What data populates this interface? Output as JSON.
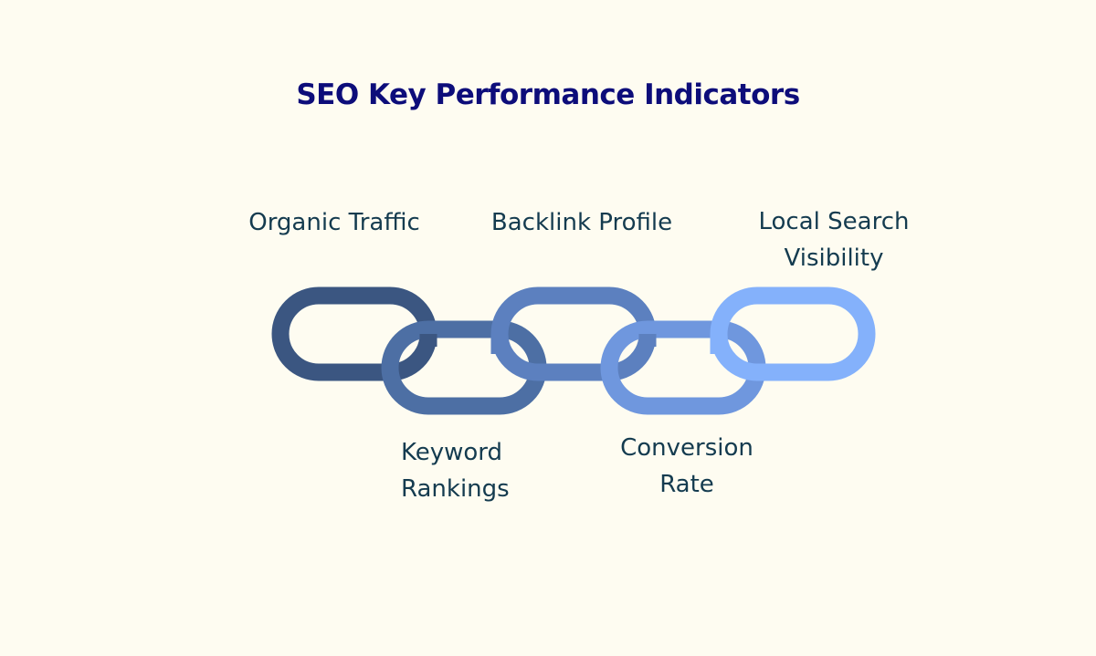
{
  "title": "SEO Key Performance Indicators",
  "links": [
    {
      "lines": [
        "Organic Traffic"
      ],
      "color": "#3b5681"
    },
    {
      "lines": [
        "Keyword",
        "Rankings"
      ],
      "color": "#4d6fa4"
    },
    {
      "lines": [
        "Backlink Profile"
      ],
      "color": "#5c80bf"
    },
    {
      "lines": [
        "Conversion",
        "Rate"
      ],
      "color": "#6f97de"
    },
    {
      "lines": [
        "Local Search",
        "Visibility"
      ],
      "color": "#84b1fb"
    }
  ]
}
